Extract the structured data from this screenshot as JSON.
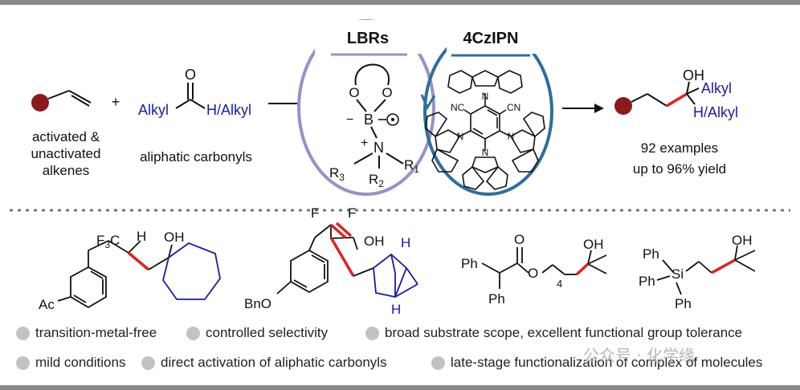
{
  "colors": {
    "substrate_dot": "#8b1a1a",
    "new_bond": "#e02020",
    "carbonyl_blue": "#1a1aa8",
    "lbrs_circle": "#9a90c8",
    "cz_circle": "#2e6e9e",
    "feature_dot": "#c2c2c2",
    "rule": "#888888"
  },
  "top": {
    "alkene_label_lines": [
      "activated &",
      "unactivated",
      "alkenes"
    ],
    "plus": "+",
    "carbonyl": {
      "alkyl": "Alkyl",
      "o": "O",
      "h_alkyl": "H/Alkyl"
    },
    "carbonyl_label": "aliphatic carbonyls",
    "lbrs_title": "LBRs",
    "lbrs_atoms": {
      "o1": "O",
      "o2": "O",
      "minus": "−",
      "b": "B",
      "plus": "+",
      "n": "N",
      "r1": "R",
      "r1_sub": "1",
      "r2": "R",
      "r2_sub": "2",
      "r3": "R",
      "r3_sub": "3"
    },
    "cz_title": "4CzIPN",
    "cz_atoms": {
      "n": "N",
      "cn": "NC",
      "cn2": "CN"
    },
    "product": {
      "oh": "OH",
      "alkyl": "Alkyl",
      "h_alkyl": "H/Alkyl"
    },
    "result_lines": [
      "92 examples",
      "up to 96% yield"
    ]
  },
  "examples": {
    "ex1": {
      "cf3": "F",
      "cf3_sub": "3",
      "cf3_c": "C",
      "h": "H",
      "oh": "OH",
      "ac": "Ac"
    },
    "ex2": {
      "f1": "F",
      "f2": "F",
      "oh": "OH",
      "h_top": "H",
      "h_bottom": "H",
      "bno": "BnO"
    },
    "ex3": {
      "o": "O",
      "o_ester": "O",
      "ph1": "Ph",
      "ph2": "Ph",
      "sub4": "4",
      "oh": "OH"
    },
    "ex4": {
      "ph1": "Ph",
      "ph2": "Ph",
      "ph3": "Ph",
      "si": "Si",
      "oh": "OH"
    }
  },
  "features": [
    "transition-metal-free",
    "controlled selectivity",
    "broad substrate scope, excellent functional group tolerance",
    "mild conditions",
    "direct activation of aliphatic carbonyls",
    "late-stage functionalization of complex of molecules"
  ],
  "watermark": "公众号 · 化学缘"
}
